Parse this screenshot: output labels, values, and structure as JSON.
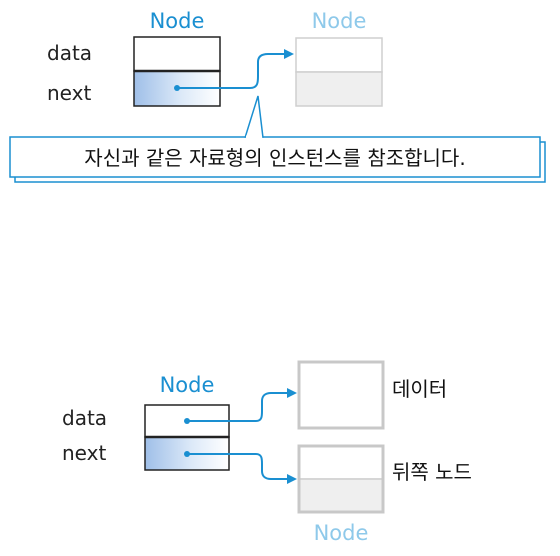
{
  "top": {
    "node_label": "Node",
    "next_node_label": "Node",
    "field_data": "data",
    "field_next": "next",
    "callout": "자신과 같은 자료형의 인스턴스를 참조합니다."
  },
  "bottom": {
    "node_label": "Node",
    "field_data": "data",
    "field_next": "next",
    "data_target_label": "데이터",
    "next_target_label": "뒤쪽 노드",
    "next_node_label": "Node"
  },
  "colors": {
    "accent": "#1a8fd1",
    "border": "#222222",
    "faded_border": "#c8c8c8",
    "faded_text": "#8ec9ea",
    "field_gradient_start": "#cfe1f6",
    "field_gradient_end": "#ffffff",
    "faded_fill": "#efefef"
  }
}
